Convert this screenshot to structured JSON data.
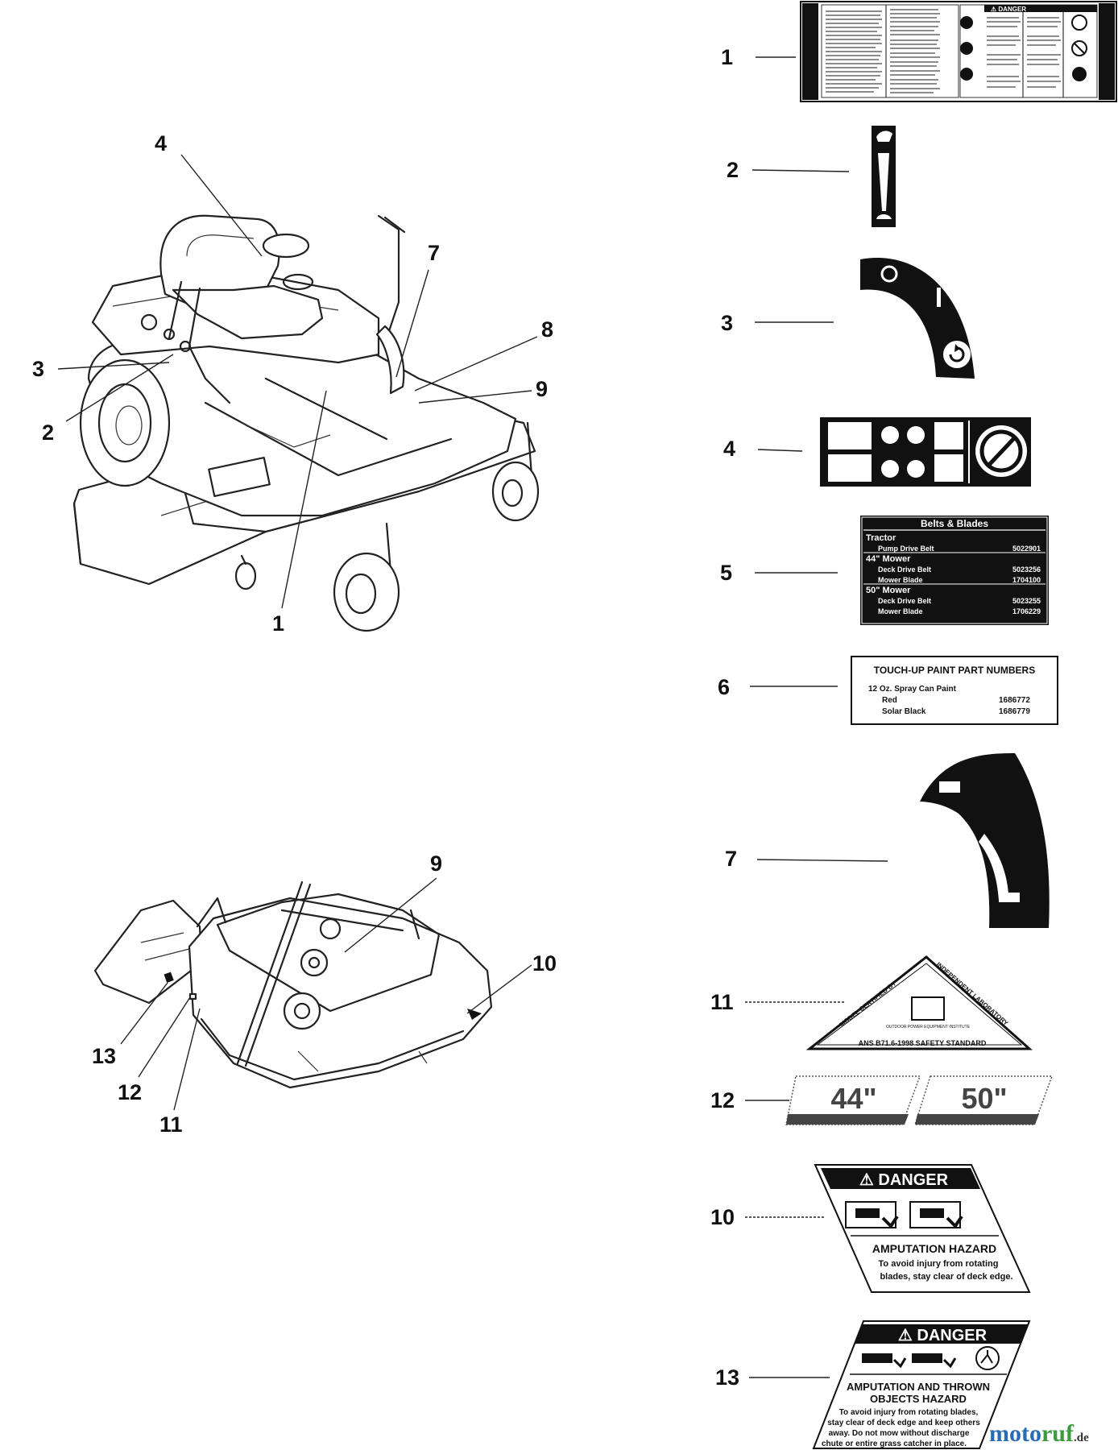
{
  "callouts": {
    "top": [
      "4",
      "7",
      "8",
      "3",
      "9",
      "2",
      "1"
    ],
    "deck": [
      "9",
      "10",
      "13",
      "12",
      "11"
    ],
    "decals": [
      "1",
      "2",
      "3",
      "4",
      "5",
      "6",
      "7",
      "11",
      "12",
      "10",
      "13"
    ]
  },
  "decal1": {
    "banner": "⚠ DANGER"
  },
  "decal5": {
    "title": "Belts & Blades",
    "rows": [
      {
        "label": "Tractor",
        "value": "",
        "kind": "section"
      },
      {
        "label": "Pump Drive Belt",
        "value": "5022901",
        "kind": "item"
      },
      {
        "label": "44\" Mower",
        "value": "",
        "kind": "section"
      },
      {
        "label": "Deck Drive Belt",
        "value": "5023256",
        "kind": "item"
      },
      {
        "label": "Mower Blade",
        "value": "1704100",
        "kind": "item"
      },
      {
        "label": "50\" Mower",
        "value": "",
        "kind": "section"
      },
      {
        "label": "Deck Drive Belt",
        "value": "5023255",
        "kind": "item"
      },
      {
        "label": "Mower Blade",
        "value": "1706229",
        "kind": "item"
      }
    ]
  },
  "decal6": {
    "title": "TOUCH-UP PAINT PART NUMBERS",
    "sub": "12 Oz. Spray Can Paint",
    "rows": [
      {
        "label": "Red",
        "value": "1686772"
      },
      {
        "label": "Solar Black",
        "value": "1686779"
      }
    ]
  },
  "decal11": {
    "top_left": "MODEL CERTIFIED BY",
    "top_right": "INDEPENDENT LABORATORY",
    "org": "OUTDOOR POWER EQUIPMENT INSTITUTE",
    "standard": "ANS B71.6-1998 SAFETY STANDARD"
  },
  "decal12": {
    "left": "44\"",
    "right": "50\""
  },
  "decal10": {
    "banner": "⚠ DANGER",
    "hazard": "AMPUTATION HAZARD",
    "text1": "To avoid injury from rotating",
    "text2": "blades, stay clear of deck edge."
  },
  "decal13": {
    "banner": "⚠ DANGER",
    "hazard1": "AMPUTATION AND THROWN",
    "hazard2": "OBJECTS HAZARD",
    "text1": "To avoid injury from rotating blades,",
    "text2": "stay clear of deck edge and keep others",
    "text3": "away. Do not mow without discharge",
    "text4": "chute or entire grass catcher in place."
  },
  "watermark": {
    "a": "moto",
    "b": "ruf",
    "c": ".de"
  }
}
